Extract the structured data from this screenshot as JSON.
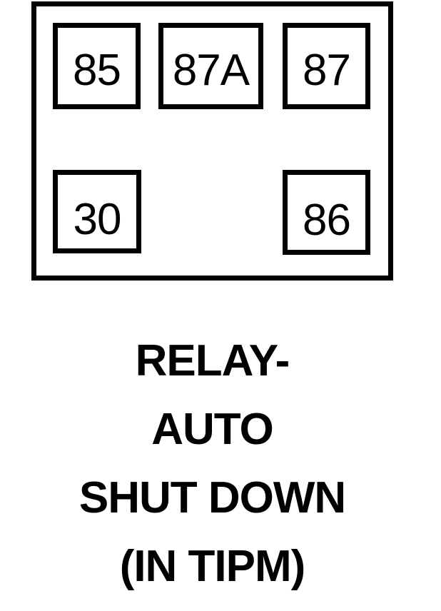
{
  "diagram": {
    "kind": "relay-pinout",
    "colors": {
      "line": "#000000",
      "background": "#ffffff",
      "text": "#000000"
    },
    "relay": {
      "pins": [
        {
          "id": "85",
          "label": "85",
          "position": "top-left"
        },
        {
          "id": "87A",
          "label": "87A",
          "position": "top-center"
        },
        {
          "id": "87",
          "label": "87",
          "position": "top-right"
        },
        {
          "id": "30",
          "label": "30",
          "position": "bottom-left"
        },
        {
          "id": "86",
          "label": "86",
          "position": "bottom-right"
        }
      ]
    },
    "caption": {
      "lines": [
        "RELAY-",
        "AUTO",
        "SHUT DOWN",
        "(IN TIPM)"
      ]
    }
  }
}
